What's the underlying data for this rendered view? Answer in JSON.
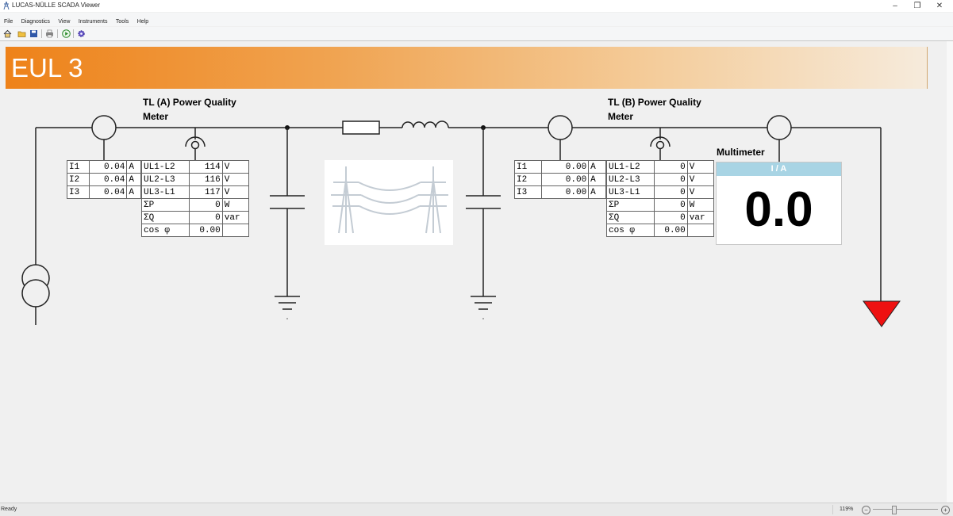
{
  "window": {
    "title": "LUCAS-NÜLLE SCADA Viewer",
    "min": "–",
    "restore": "❐",
    "close": "✕"
  },
  "menu": [
    "File",
    "Diagnostics",
    "View",
    "Instruments",
    "Tools",
    "Help"
  ],
  "toolbar": {
    "icons": [
      "home-icon",
      "open-folder-icon",
      "save-icon",
      "print-icon",
      "play-icon",
      "settings-gear-icon"
    ]
  },
  "banner": {
    "title": "EUL 3"
  },
  "meter_a": {
    "caption_line1": "TL (A) Power Quality",
    "caption_line2": "Meter",
    "currents": [
      {
        "label": "I1",
        "value": "0.04",
        "unit": "A"
      },
      {
        "label": "I2",
        "value": "0.04",
        "unit": "A"
      },
      {
        "label": "I3",
        "value": "0.04",
        "unit": "A"
      }
    ],
    "readings": [
      {
        "label": "UL1-L2",
        "value": "114",
        "unit": "V"
      },
      {
        "label": "UL2-L3",
        "value": "116",
        "unit": "V"
      },
      {
        "label": "UL3-L1",
        "value": "117",
        "unit": "V"
      },
      {
        "label": "ΣP",
        "value": "0",
        "unit": "W"
      },
      {
        "label": "ΣQ",
        "value": "0",
        "unit": "var"
      },
      {
        "label": "cos φ",
        "value": "0.00",
        "unit": ""
      }
    ]
  },
  "meter_b": {
    "caption_line1": "TL (B) Power Quality",
    "caption_line2": "Meter",
    "currents": [
      {
        "label": "I1",
        "value": "0.00",
        "unit": "A"
      },
      {
        "label": "I2",
        "value": "0.00",
        "unit": "A"
      },
      {
        "label": "I3",
        "value": "0.00",
        "unit": "A"
      }
    ],
    "readings": [
      {
        "label": "UL1-L2",
        "value": "0",
        "unit": "V"
      },
      {
        "label": "UL2-L3",
        "value": "0",
        "unit": "V"
      },
      {
        "label": "UL3-L1",
        "value": "0",
        "unit": "V"
      },
      {
        "label": "ΣP",
        "value": "0",
        "unit": "W"
      },
      {
        "label": "ΣQ",
        "value": "0",
        "unit": "var"
      },
      {
        "label": "cos φ",
        "value": "0.00",
        "unit": ""
      }
    ]
  },
  "multimeter": {
    "caption": "Multimeter",
    "header": "I / A",
    "value": "0.0"
  },
  "colors": {
    "banner_start": "#ee8219",
    "banner_end": "#f6ebdc",
    "load_arrow": "#ee1111",
    "multimeter_header": "#a8d4e4"
  },
  "status": {
    "text": "Ready",
    "zoom": "119%",
    "zoom_level": 0.33
  }
}
